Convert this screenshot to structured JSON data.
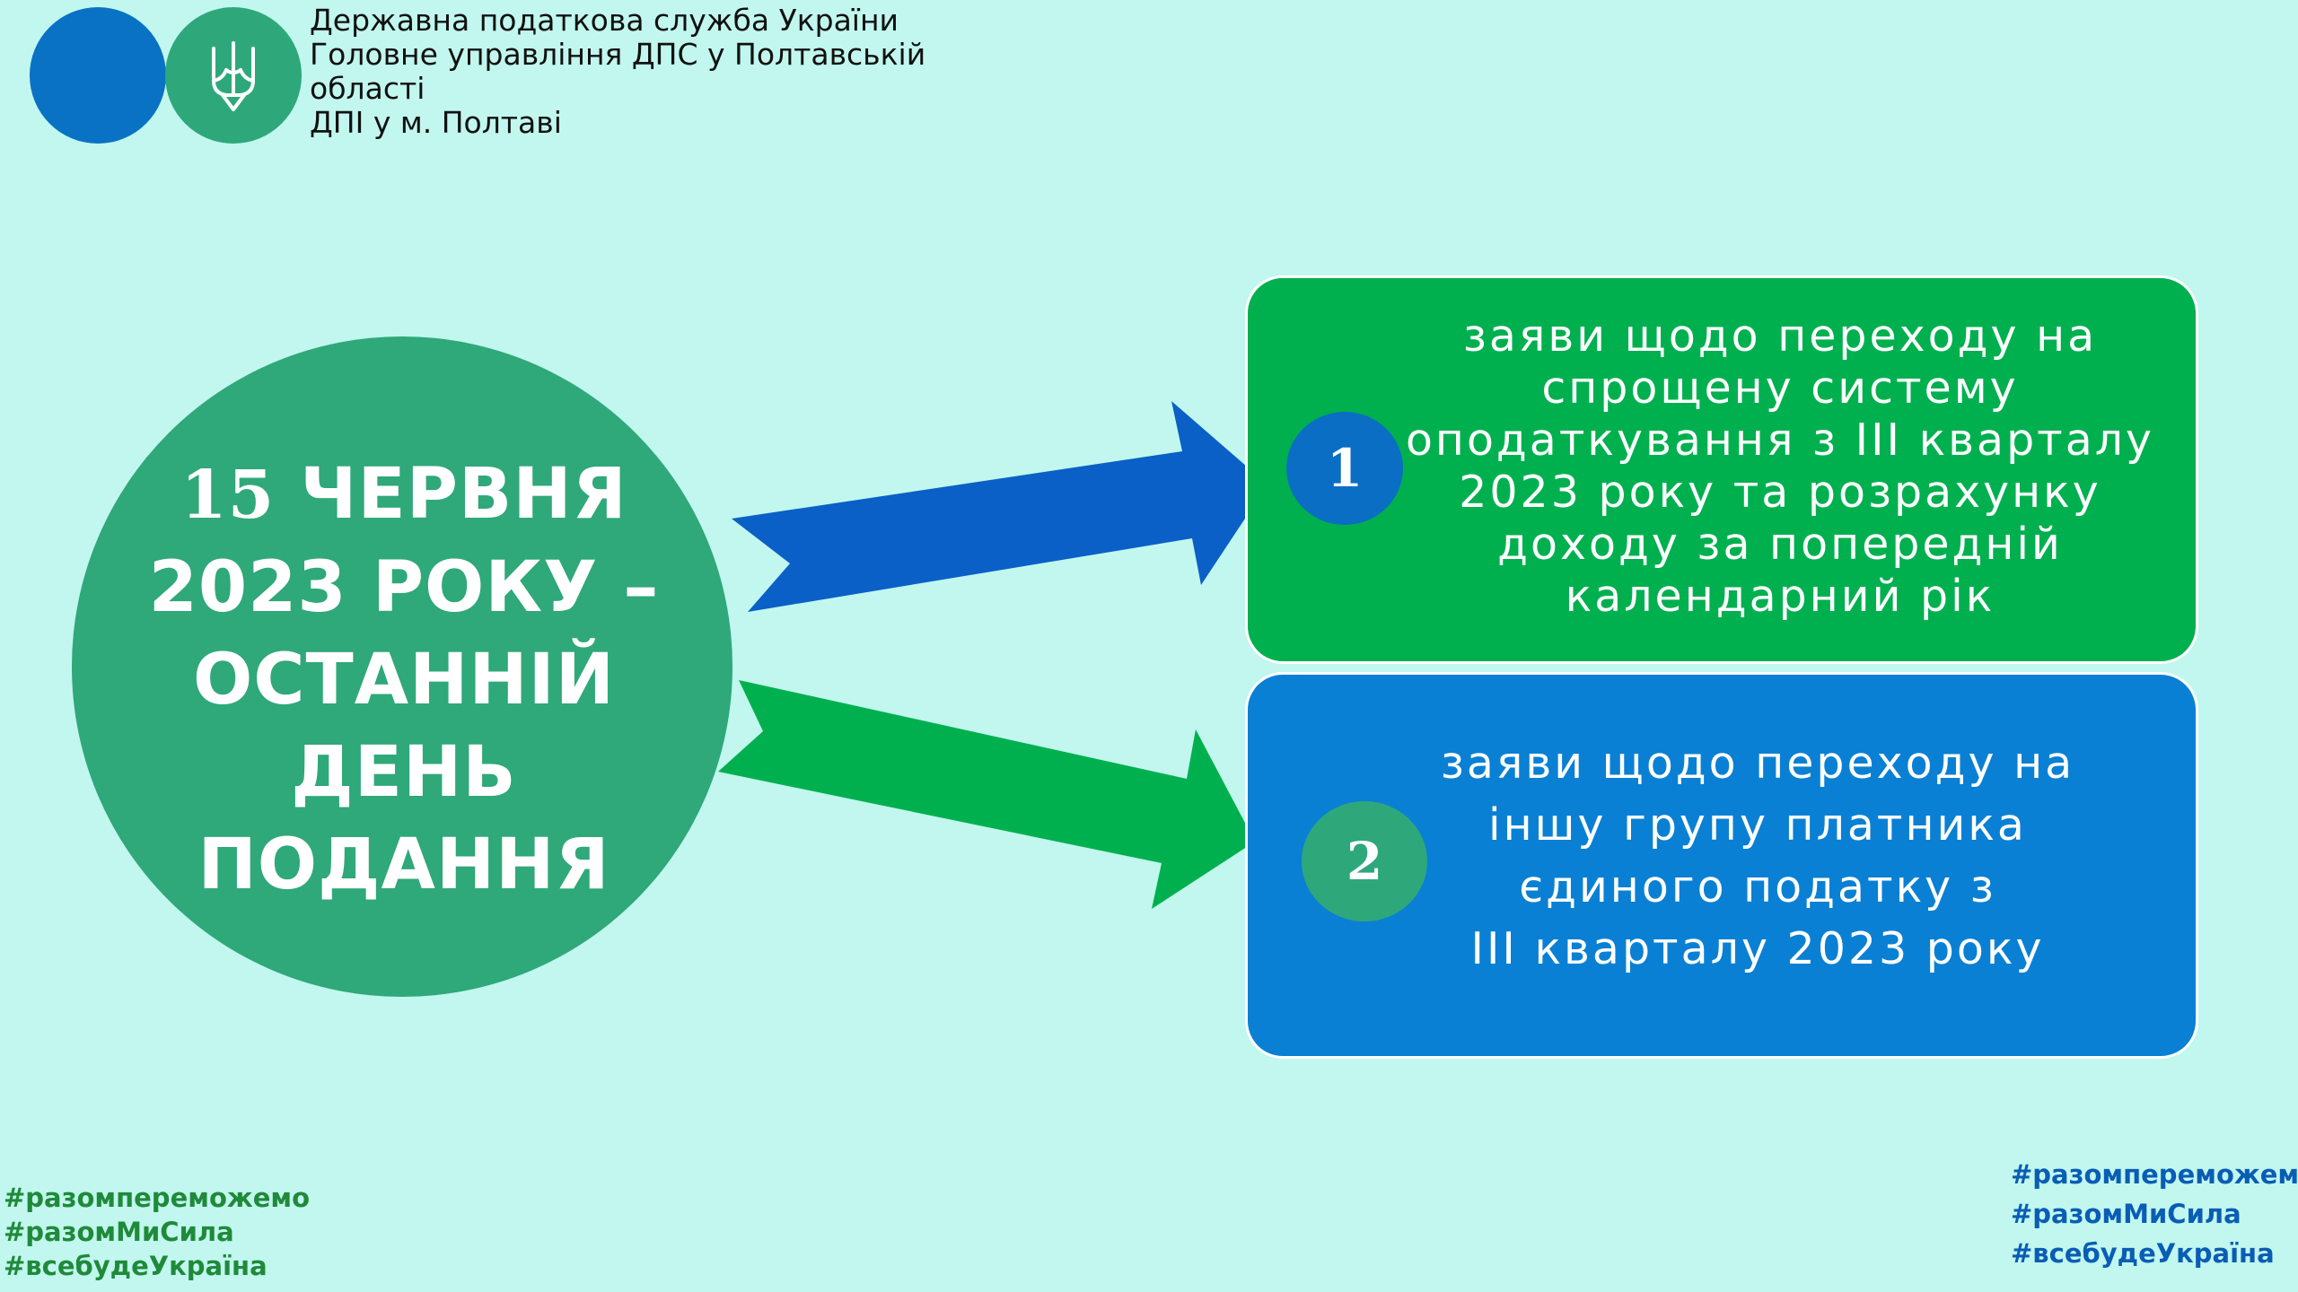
{
  "header": {
    "org_lines": [
      "Державна податкова служба України",
      "Головне управління ДПС у Полтавській",
      "області",
      "ДПІ у м. Полтаві"
    ]
  },
  "main": {
    "headline": {
      "number": "15",
      "line1": " ЧЕРВНЯ",
      "line2": "2023 РОКУ –",
      "line3": "ОСТАННІЙ",
      "line4": "ДЕНЬ",
      "line5": "ПОДАННЯ"
    },
    "items": [
      {
        "number": "1",
        "lines": [
          "заяви щодо переходу на",
          "спрощену систему",
          "оподаткування з ІІІ кварталу",
          "2023 року та розрахунку",
          "доходу за попередній",
          "календарний рік"
        ]
      },
      {
        "number": "2",
        "lines": [
          "заяви щодо переходу на",
          "іншу групу платника",
          "єдиного податку з",
          "ІІІ кварталу 2023 року"
        ]
      }
    ]
  },
  "footer": {
    "hashtags_left": [
      "#разомпереможемо",
      "#разомМиСила",
      "#всебудеУкраїна"
    ],
    "hashtags_right": [
      "#разомпереможемо",
      "#разомМиСила",
      "#всебудеУкраїна"
    ]
  },
  "colors": {
    "background": "#c1f7ee",
    "green": "#00b04f",
    "teal_green": "#2fa87a",
    "blue": "#0a80d4",
    "dark_blue": "#0a6ec4"
  },
  "icons": [
    "trident-icon",
    "arrow-right-icon"
  ]
}
